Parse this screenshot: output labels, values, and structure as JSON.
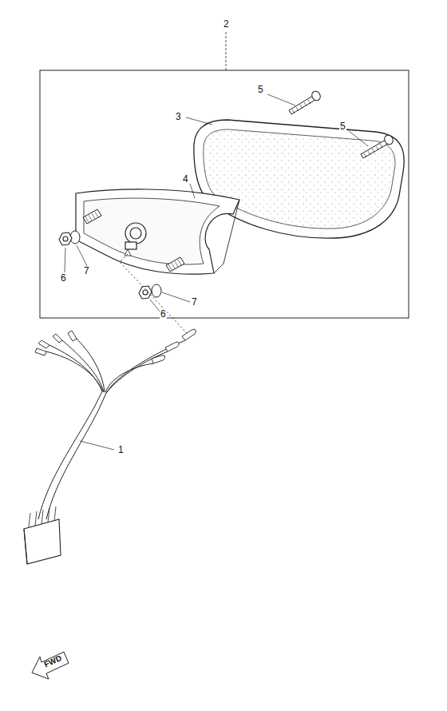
{
  "diagram": {
    "labels": [
      "2",
      "5",
      "3",
      "5",
      "4",
      "7",
      "6",
      "7",
      "6",
      "1",
      "FWD"
    ]
  }
}
